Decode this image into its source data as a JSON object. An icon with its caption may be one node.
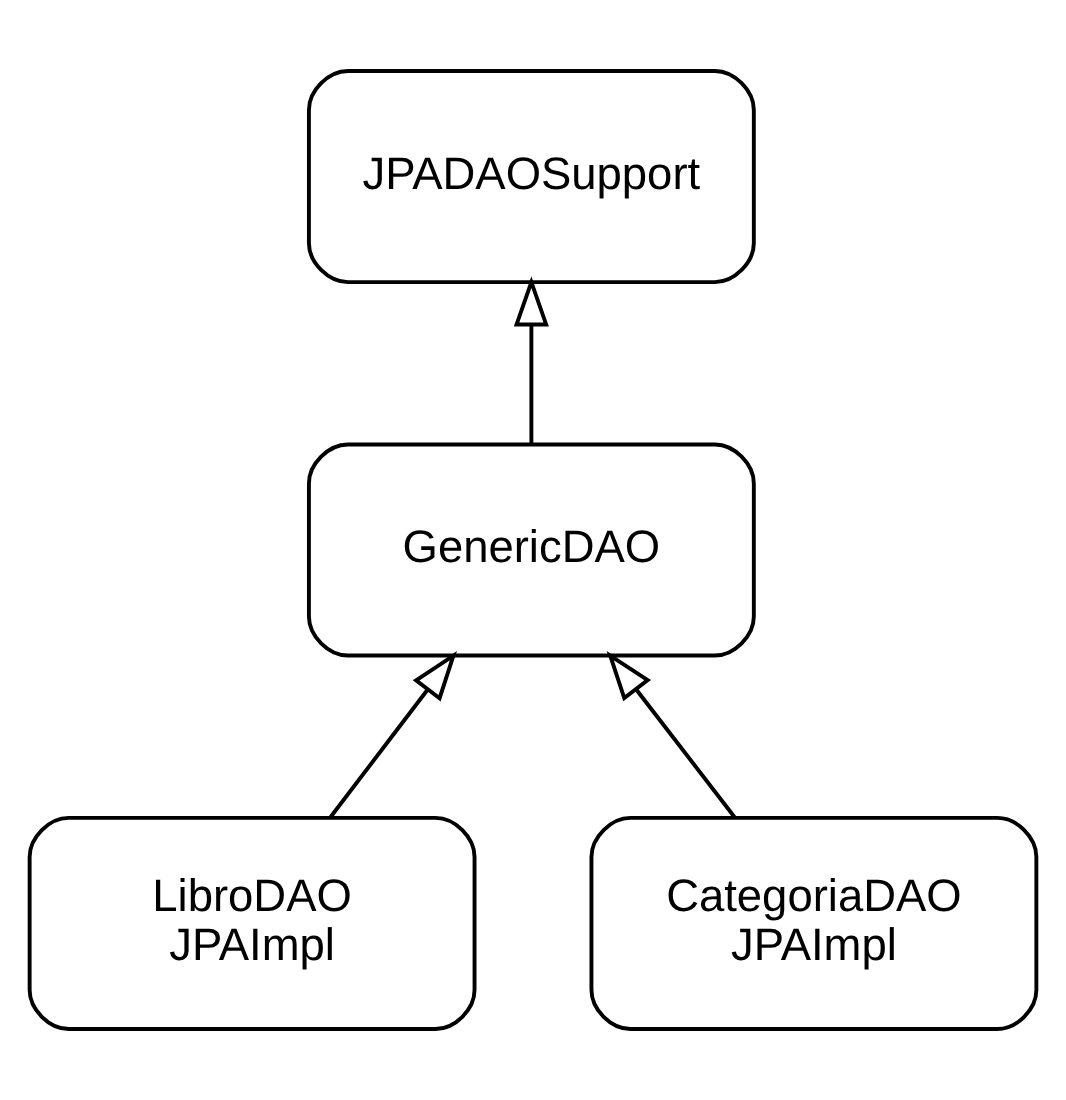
{
  "diagram": {
    "nodes": [
      {
        "text": [
          "JPADAOSupport"
        ]
      },
      {
        "text": [
          "GenericDAO"
        ]
      },
      {
        "text": [
          "LibroDAO JPAImpl"
        ]
      },
      {
        "text": [
          "CategoriaDAO JPAImpl"
        ]
      }
    ],
    "edges": [
      {
        "from": 1,
        "to": 0,
        "arrow": "to"
      },
      {
        "from": 2,
        "to": 1,
        "arrow": "to"
      },
      {
        "from": 3,
        "to": 1,
        "arrow": "to"
      }
    ]
  }
}
